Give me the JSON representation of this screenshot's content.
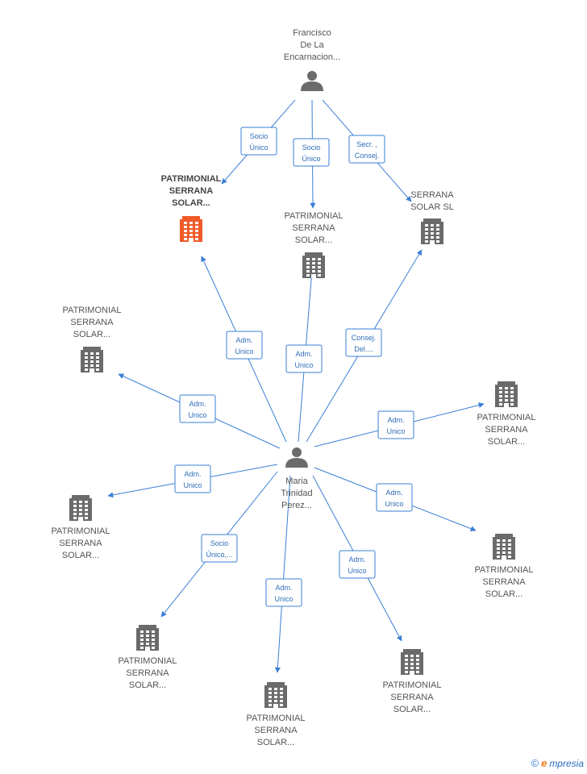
{
  "nodes": [
    {
      "id": "francisco",
      "kind": "person",
      "label": [
        "Francisco",
        "De La",
        "Encarnacion..."
      ]
    },
    {
      "id": "maria",
      "kind": "person",
      "label": [
        "Maria",
        "Trinidad",
        "Perez..."
      ]
    },
    {
      "id": "c_focus",
      "kind": "company",
      "focus": true,
      "label": [
        "PATRIMONIAL",
        "SERRANA",
        "SOLAR..."
      ]
    },
    {
      "id": "c_top",
      "kind": "company",
      "label": [
        "PATRIMONIAL",
        "SERRANA",
        "SOLAR..."
      ]
    },
    {
      "id": "c_serrana_sl",
      "kind": "company",
      "label": [
        "SERRANA",
        "SOLAR SL"
      ]
    },
    {
      "id": "c_left",
      "kind": "company",
      "label": [
        "PATRIMONIAL",
        "SERRANA",
        "SOLAR..."
      ]
    },
    {
      "id": "c_right_up",
      "kind": "company",
      "label": [
        "PATRIMONIAL",
        "SERRANA",
        "SOLAR..."
      ]
    },
    {
      "id": "c_left_low",
      "kind": "company",
      "label": [
        "PATRIMONIAL",
        "SERRANA",
        "SOLAR..."
      ]
    },
    {
      "id": "c_right_low",
      "kind": "company",
      "label": [
        "PATRIMONIAL",
        "SERRANA",
        "SOLAR..."
      ]
    },
    {
      "id": "c_bottom_left",
      "kind": "company",
      "label": [
        "PATRIMONIAL",
        "SERRANA",
        "SOLAR..."
      ]
    },
    {
      "id": "c_bottom_mid",
      "kind": "company",
      "label": [
        "PATRIMONIAL",
        "SERRANA",
        "SOLAR..."
      ]
    },
    {
      "id": "c_bottom_right",
      "kind": "company",
      "label": [
        "PATRIMONIAL",
        "SERRANA",
        "SOLAR..."
      ]
    }
  ],
  "edges": [
    {
      "from": "francisco",
      "to": "c_focus",
      "label": [
        "Socio",
        "Único"
      ]
    },
    {
      "from": "francisco",
      "to": "c_top",
      "label": [
        "Socio",
        "Único"
      ]
    },
    {
      "from": "francisco",
      "to": "c_serrana_sl",
      "label": [
        "Secr. ,",
        "Consej."
      ]
    },
    {
      "from": "maria",
      "to": "c_focus",
      "label": [
        "Adm.",
        "Unico"
      ]
    },
    {
      "from": "maria",
      "to": "c_top",
      "label": [
        "Adm.",
        "Unico"
      ]
    },
    {
      "from": "maria",
      "to": "c_serrana_sl",
      "label": [
        "Consej.",
        "Del...."
      ]
    },
    {
      "from": "maria",
      "to": "c_left",
      "label": [
        "Adm.",
        "Unico"
      ]
    },
    {
      "from": "maria",
      "to": "c_right_up",
      "label": [
        "Adm.",
        "Unico"
      ]
    },
    {
      "from": "maria",
      "to": "c_left_low",
      "label": [
        "Adm.",
        "Unico"
      ]
    },
    {
      "from": "maria",
      "to": "c_right_low",
      "label": [
        "Adm.",
        "Unico"
      ]
    },
    {
      "from": "maria",
      "to": "c_bottom_left",
      "label": [
        "Socio",
        "Único,..."
      ]
    },
    {
      "from": "maria",
      "to": "c_bottom_mid",
      "label": [
        "Adm.",
        "Unico"
      ]
    },
    {
      "from": "maria",
      "to": "c_bottom_right",
      "label": [
        "Adm.",
        "Unico"
      ]
    }
  ],
  "colors": {
    "edge": "#3a7fd5",
    "person": "#6b6b6b",
    "company": "#6b6b6b",
    "focus": "#f05a28"
  },
  "brand": {
    "copyright": "©",
    "initial": "e",
    "name": "mpresia"
  }
}
